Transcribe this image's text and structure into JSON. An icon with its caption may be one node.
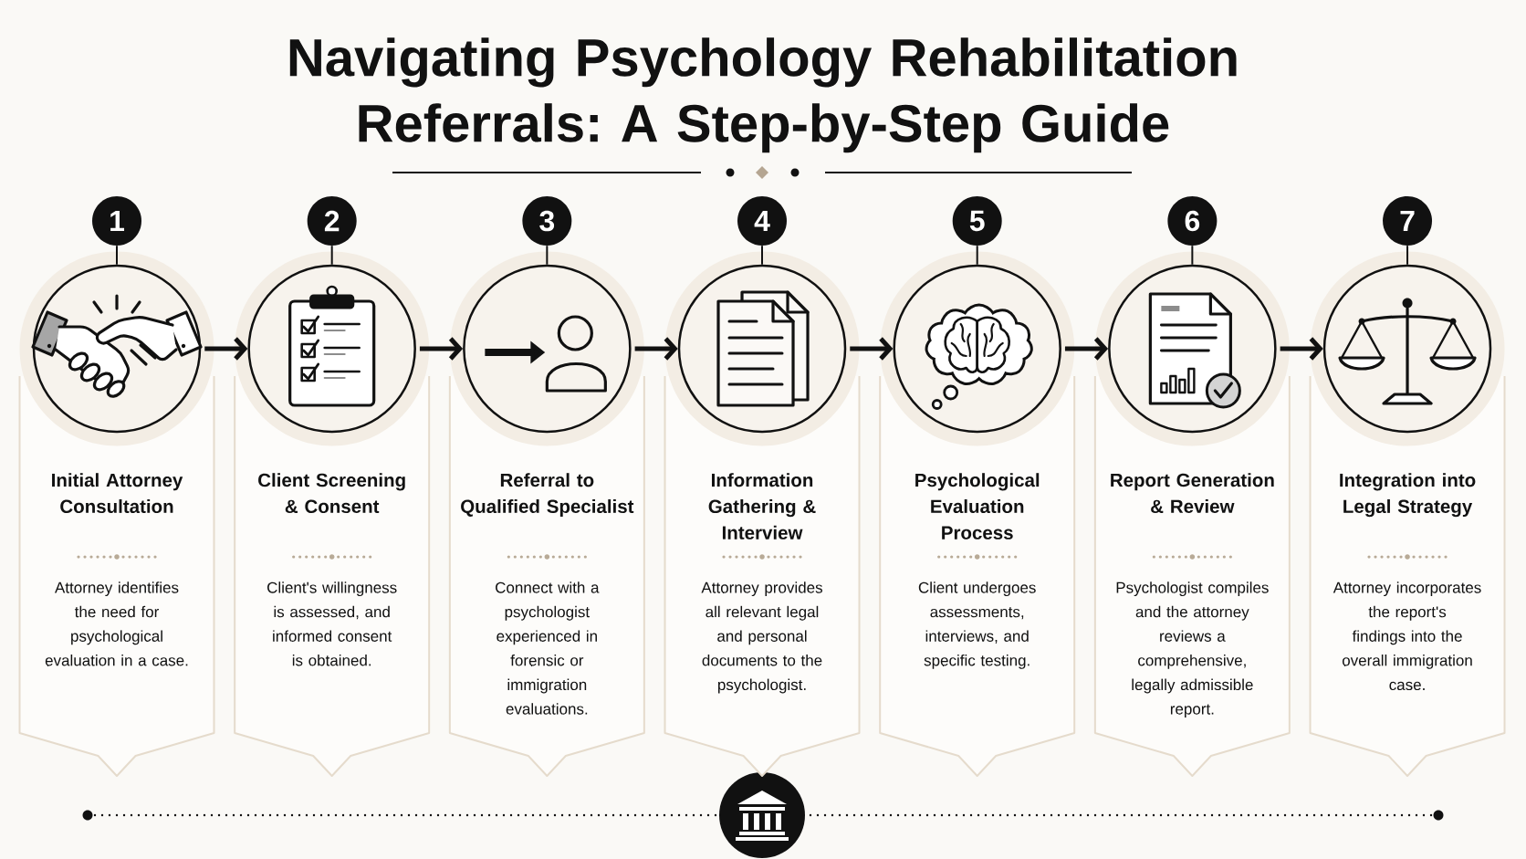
{
  "diagram": {
    "title": "Navigating Psychology Rehabilitation Referrals: A Step-by-Step Guide",
    "nodes": [
      {
        "text": [
          "1"
        ]
      },
      {
        "text": [],
        "shape": "circle"
      },
      {
        "text": [
          "Initial Attorney Consultation",
          "Attorney identifies the need for psychological evaluation in a case."
        ]
      },
      {
        "text": [
          "2"
        ]
      },
      {
        "text": [],
        "shape": "circle"
      },
      {
        "text": [
          "Client Screening & Consent",
          "Client's willingness is assessed, and informed consent is obtained."
        ]
      },
      {
        "text": [
          "3"
        ]
      },
      {
        "text": [],
        "shape": "circle"
      },
      {
        "text": [
          "Referral to Qualified Specialist",
          "Connect with a psychologist experienced in forensic or immigration evaluations."
        ]
      },
      {
        "text": [
          "4"
        ]
      },
      {
        "text": [],
        "shape": "circle"
      },
      {
        "text": [
          "Information Gathering & Interview",
          "Attorney provides all relevant legal and personal documents to the psychologist."
        ]
      },
      {
        "text": [
          "5"
        ]
      },
      {
        "text": [],
        "shape": "circle"
      },
      {
        "text": [
          "Psychological Evaluation Process",
          "Client undergoes assessments, interviews, and specific testing."
        ]
      },
      {
        "text": [
          "6"
        ]
      },
      {
        "text": [],
        "shape": "circle"
      },
      {
        "text": [
          "Report Generation & Review",
          "Psychologist compiles and the attorney reviews a comprehensive, legally admissible report."
        ]
      },
      {
        "text": [
          "7"
        ]
      },
      {
        "text": [],
        "shape": "circle"
      },
      {
        "text": [
          "Integration into Legal Strategy",
          "Attorney incorporates the report's findings into the overall immigration case."
        ]
      }
    ],
    "edges": [
      {
        "from": 0,
        "to": 1,
        "arrow": "none"
      },
      {
        "from": 3,
        "to": 4,
        "arrow": "none"
      },
      {
        "from": 6,
        "to": 7,
        "arrow": "none"
      },
      {
        "from": 9,
        "to": 10,
        "arrow": "none"
      },
      {
        "from": 12,
        "to": 13,
        "arrow": "none"
      },
      {
        "from": 15,
        "to": 16,
        "arrow": "none"
      },
      {
        "from": 18,
        "to": 19,
        "arrow": "none"
      },
      {
        "from": 1,
        "to": 4,
        "arrow": "to",
        "style": "thick"
      },
      {
        "from": 4,
        "to": 7,
        "arrow": "to",
        "style": "thick"
      },
      {
        "from": 7,
        "to": 10,
        "arrow": "to",
        "style": "thick"
      },
      {
        "from": 10,
        "to": 13,
        "arrow": "to",
        "style": "thick"
      },
      {
        "from": 13,
        "to": 16,
        "arrow": "to",
        "style": "thick"
      },
      {
        "from": 16,
        "to": 19,
        "arrow": "to",
        "style": "thick"
      }
    ]
  }
}
